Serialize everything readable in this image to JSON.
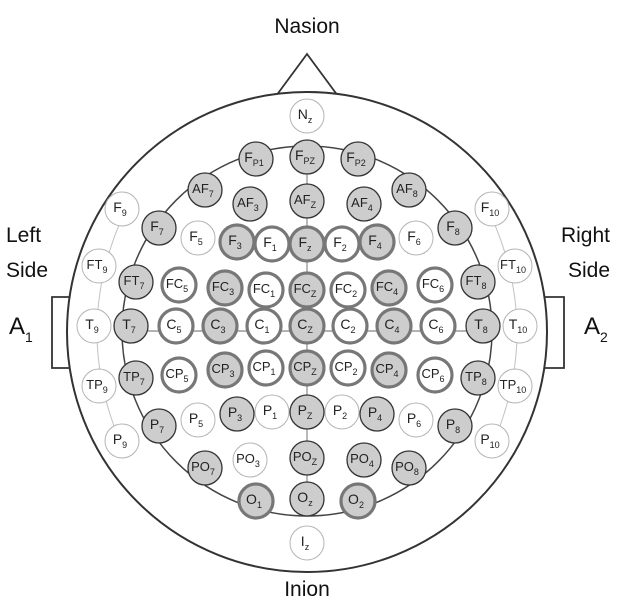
{
  "labels": {
    "nasion": "Nasion",
    "inion": "Inion",
    "left_side_1": "Left",
    "left_side_2": "Side",
    "right_side_1": "Right",
    "right_side_2": "Side",
    "a1": {
      "base": "A",
      "sub": "1"
    },
    "a2": {
      "base": "A",
      "sub": "2"
    }
  },
  "colors": {
    "shaded_fill": "#cdcdcd",
    "unshaded_fill": "#ffffff",
    "outline": "#333333",
    "faint_outline": "#b4b4b4",
    "bold_ring": "#777777"
  },
  "electrodes": [
    {
      "id": "Nz",
      "base": "N",
      "sub": "z",
      "shaded": false,
      "style": "faint"
    },
    {
      "id": "Fp1",
      "base": "F",
      "sub": "P1",
      "shaded": true,
      "style": "normal"
    },
    {
      "id": "Fpz",
      "base": "F",
      "sub": "PZ",
      "shaded": true,
      "style": "normal"
    },
    {
      "id": "Fp2",
      "base": "F",
      "sub": "P2",
      "shaded": true,
      "style": "normal"
    },
    {
      "id": "AF7",
      "base": "AF",
      "sub": "7",
      "shaded": true,
      "style": "normal"
    },
    {
      "id": "AF3",
      "base": "AF",
      "sub": "3",
      "shaded": true,
      "style": "normal"
    },
    {
      "id": "AFz",
      "base": "AF",
      "sub": "Z",
      "shaded": true,
      "style": "normal"
    },
    {
      "id": "AF4",
      "base": "AF",
      "sub": "4",
      "shaded": true,
      "style": "normal"
    },
    {
      "id": "AF8",
      "base": "AF",
      "sub": "8",
      "shaded": true,
      "style": "normal"
    },
    {
      "id": "F9",
      "base": "F",
      "sub": "9",
      "shaded": false,
      "style": "faint"
    },
    {
      "id": "F7",
      "base": "F",
      "sub": "7",
      "shaded": true,
      "style": "normal"
    },
    {
      "id": "F5",
      "base": "F",
      "sub": "5",
      "shaded": false,
      "style": "faint"
    },
    {
      "id": "F3",
      "base": "F",
      "sub": "3",
      "shaded": true,
      "style": "bold"
    },
    {
      "id": "F1",
      "base": "F",
      "sub": "1",
      "shaded": false,
      "style": "bold"
    },
    {
      "id": "Fz",
      "base": "F",
      "sub": "z",
      "shaded": true,
      "style": "bold"
    },
    {
      "id": "F2",
      "base": "F",
      "sub": "2",
      "shaded": false,
      "style": "bold"
    },
    {
      "id": "F4",
      "base": "F",
      "sub": "4",
      "shaded": true,
      "style": "bold"
    },
    {
      "id": "F6",
      "base": "F",
      "sub": "6",
      "shaded": false,
      "style": "faint"
    },
    {
      "id": "F8",
      "base": "F",
      "sub": "8",
      "shaded": true,
      "style": "normal"
    },
    {
      "id": "F10",
      "base": "F",
      "sub": "10",
      "shaded": false,
      "style": "faint"
    },
    {
      "id": "FT9",
      "base": "FT",
      "sub": "9",
      "shaded": false,
      "style": "faint"
    },
    {
      "id": "FT7",
      "base": "FT",
      "sub": "7",
      "shaded": true,
      "style": "normal"
    },
    {
      "id": "FC5",
      "base": "FC",
      "sub": "5",
      "shaded": false,
      "style": "bold"
    },
    {
      "id": "FC3",
      "base": "FC",
      "sub": "3",
      "shaded": true,
      "style": "bold"
    },
    {
      "id": "FC1",
      "base": "FC",
      "sub": "1",
      "shaded": false,
      "style": "bold"
    },
    {
      "id": "FCz",
      "base": "FC",
      "sub": "Z",
      "shaded": true,
      "style": "bold"
    },
    {
      "id": "FC2",
      "base": "FC",
      "sub": "2",
      "shaded": false,
      "style": "bold"
    },
    {
      "id": "FC4",
      "base": "FC",
      "sub": "4",
      "shaded": true,
      "style": "bold"
    },
    {
      "id": "FC6",
      "base": "FC",
      "sub": "6",
      "shaded": false,
      "style": "bold"
    },
    {
      "id": "FT8",
      "base": "FT",
      "sub": "8",
      "shaded": true,
      "style": "normal"
    },
    {
      "id": "FT10",
      "base": "FT",
      "sub": "10",
      "shaded": false,
      "style": "faint"
    },
    {
      "id": "T9",
      "base": "T",
      "sub": "9",
      "shaded": false,
      "style": "faint"
    },
    {
      "id": "T7",
      "base": "T",
      "sub": "7",
      "shaded": true,
      "style": "normal"
    },
    {
      "id": "C5",
      "base": "C",
      "sub": "5",
      "shaded": false,
      "style": "bold"
    },
    {
      "id": "C3",
      "base": "C",
      "sub": "3",
      "shaded": true,
      "style": "bold"
    },
    {
      "id": "C1",
      "base": "C",
      "sub": "1",
      "shaded": false,
      "style": "bold"
    },
    {
      "id": "Cz",
      "base": "C",
      "sub": "Z",
      "shaded": true,
      "style": "bold"
    },
    {
      "id": "C2",
      "base": "C",
      "sub": "2",
      "shaded": false,
      "style": "bold"
    },
    {
      "id": "C4",
      "base": "C",
      "sub": "4",
      "shaded": true,
      "style": "bold"
    },
    {
      "id": "C6",
      "base": "C",
      "sub": "6",
      "shaded": false,
      "style": "bold"
    },
    {
      "id": "T8",
      "base": "T",
      "sub": "8",
      "shaded": true,
      "style": "normal"
    },
    {
      "id": "T10",
      "base": "T",
      "sub": "10",
      "shaded": false,
      "style": "faint"
    },
    {
      "id": "TP9",
      "base": "TP",
      "sub": "9",
      "shaded": false,
      "style": "faint"
    },
    {
      "id": "TP7",
      "base": "TP",
      "sub": "7",
      "shaded": true,
      "style": "normal"
    },
    {
      "id": "CP5",
      "base": "CP",
      "sub": "5",
      "shaded": false,
      "style": "bold"
    },
    {
      "id": "CP3",
      "base": "CP",
      "sub": "3",
      "shaded": true,
      "style": "bold"
    },
    {
      "id": "CP1",
      "base": "CP",
      "sub": "1",
      "shaded": false,
      "style": "bold"
    },
    {
      "id": "CPz",
      "base": "CP",
      "sub": "Z",
      "shaded": true,
      "style": "bold"
    },
    {
      "id": "CP2",
      "base": "CP",
      "sub": "2",
      "shaded": false,
      "style": "bold"
    },
    {
      "id": "CP4",
      "base": "CP",
      "sub": "4",
      "shaded": true,
      "style": "bold"
    },
    {
      "id": "CP6",
      "base": "CP",
      "sub": "6",
      "shaded": false,
      "style": "bold"
    },
    {
      "id": "TP8",
      "base": "TP",
      "sub": "8",
      "shaded": true,
      "style": "normal"
    },
    {
      "id": "TP10",
      "base": "TP",
      "sub": "10",
      "shaded": false,
      "style": "faint"
    },
    {
      "id": "P9",
      "base": "P",
      "sub": "9",
      "shaded": false,
      "style": "faint"
    },
    {
      "id": "P7",
      "base": "P",
      "sub": "7",
      "shaded": true,
      "style": "normal"
    },
    {
      "id": "P5",
      "base": "P",
      "sub": "5",
      "shaded": false,
      "style": "faint"
    },
    {
      "id": "P3",
      "base": "P",
      "sub": "3",
      "shaded": true,
      "style": "normal"
    },
    {
      "id": "P1",
      "base": "P",
      "sub": "1",
      "shaded": false,
      "style": "faint"
    },
    {
      "id": "Pz",
      "base": "P",
      "sub": "Z",
      "shaded": true,
      "style": "normal"
    },
    {
      "id": "P2",
      "base": "P",
      "sub": "2",
      "shaded": false,
      "style": "faint"
    },
    {
      "id": "P4",
      "base": "P",
      "sub": "4",
      "shaded": true,
      "style": "normal"
    },
    {
      "id": "P6",
      "base": "P",
      "sub": "6",
      "shaded": false,
      "style": "faint"
    },
    {
      "id": "P8",
      "base": "P",
      "sub": "8",
      "shaded": true,
      "style": "normal"
    },
    {
      "id": "P10",
      "base": "P",
      "sub": "10",
      "shaded": false,
      "style": "faint"
    },
    {
      "id": "PO7",
      "base": "PO",
      "sub": "7",
      "shaded": true,
      "style": "normal"
    },
    {
      "id": "PO3",
      "base": "PO",
      "sub": "3",
      "shaded": false,
      "style": "faint"
    },
    {
      "id": "POz",
      "base": "PO",
      "sub": "Z",
      "shaded": true,
      "style": "normal"
    },
    {
      "id": "PO4",
      "base": "PO",
      "sub": "4",
      "shaded": true,
      "style": "normal"
    },
    {
      "id": "PO8",
      "base": "PO",
      "sub": "8",
      "shaded": true,
      "style": "normal"
    },
    {
      "id": "O1",
      "base": "O",
      "sub": "1",
      "shaded": true,
      "style": "bold"
    },
    {
      "id": "Oz",
      "base": "O",
      "sub": "z",
      "shaded": true,
      "style": "normal"
    },
    {
      "id": "O2",
      "base": "O",
      "sub": "2",
      "shaded": true,
      "style": "bold"
    },
    {
      "id": "Iz",
      "base": "I",
      "sub": "z",
      "shaded": false,
      "style": "faint"
    }
  ]
}
